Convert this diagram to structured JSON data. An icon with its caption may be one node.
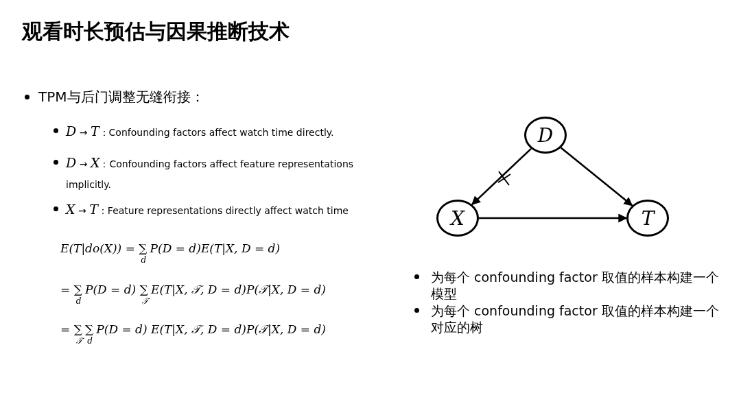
{
  "diagram": {
    "title": "观看时长预估与因果推断技术",
    "nodes": [
      {
        "text": [
          "D"
        ]
      },
      {
        "text": [
          "X"
        ]
      },
      {
        "text": [
          "T"
        ]
      }
    ],
    "edges": [
      {
        "from": 0,
        "to": 1,
        "arrow": "to"
      },
      {
        "from": 0,
        "to": 2,
        "arrow": "to"
      },
      {
        "from": 1,
        "to": 2,
        "arrow": "to"
      }
    ],
    "labels": [
      "TPM与后门调整无缝衔接：",
      "*D* → *T*：Confounding factors affect watch time directly.",
      "*D* → *X*：Confounding factors affect feature representations implicitly.",
      "*X* → *T*：Feature representations directly affect watch time",
      "E(T|do(X)) = ∑$_{d}$P(D = d)E(T|X, D = d)",
      "= ∑$_{d}$P(D = d) ∑$_{𝒯}$E(T|X, 𝒯, D = d)P(𝒯|X, D = d)",
      "= ∑$_{𝒯}$∑$_{d}$P(D = d) E(T|X, 𝒯, D = d)P(𝒯|X, D = d)",
      "为每个 confounding factor 取值的样本构建一个模型",
      "为每个 confounding factor 取值的样本构建一个对应的树"
    ]
  }
}
